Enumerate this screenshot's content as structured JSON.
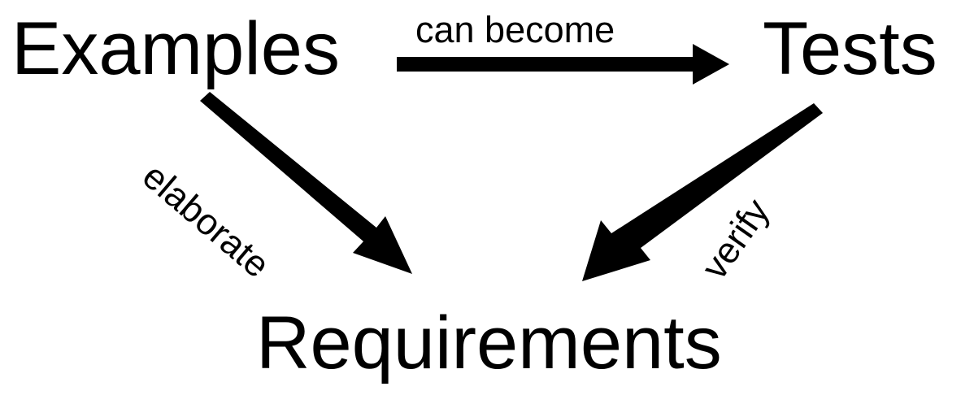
{
  "diagram": {
    "title": "Examples can become Tests which verify Requirements which are elaborated by Examples",
    "background_color": "#ffffff",
    "ink_color": "#000000",
    "nodes": [
      {
        "id": "examples",
        "label": "Examples"
      },
      {
        "id": "tests",
        "label": "Tests"
      },
      {
        "id": "requirements",
        "label": "Requirements"
      }
    ],
    "edges": [
      {
        "id": "examples-to-tests",
        "label": "can become",
        "from": "examples",
        "to": "tests",
        "direction": "horizontal-right",
        "rotation_deg": 0
      },
      {
        "id": "examples-to-requirements",
        "label": "elaborate",
        "from": "examples",
        "to": "requirements",
        "direction": "diagonal-down-right",
        "rotation_deg": 40.5
      },
      {
        "id": "tests-to-requirements",
        "label": "verify",
        "from": "tests",
        "to": "requirements",
        "direction": "diagonal-down-left",
        "rotation_deg": -55
      }
    ]
  }
}
